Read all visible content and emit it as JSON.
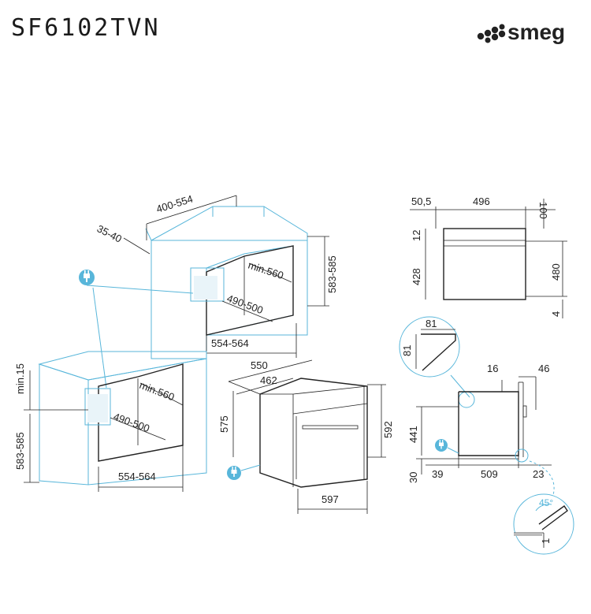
{
  "model": "SF6102TVN",
  "brand": "smeg",
  "colors": {
    "accent": "#58b6da",
    "line": "#222222"
  },
  "icons": [
    "plug-icon"
  ],
  "dims": {
    "upper_depth": "400-554",
    "upper_side": "35-40",
    "upper_height": "583-585",
    "upper_min_depth": "min.560",
    "upper_inner_height": "490-500",
    "upper_width": "554-564",
    "lower_min_top": "min.15",
    "lower_height": "583-585",
    "lower_min_depth": "min.560",
    "lower_inner_height": "490-500",
    "lower_width": "554-564",
    "oven_depth_550": "550",
    "oven_depth_462": "462",
    "oven_body_height": "575",
    "oven_height": "592",
    "oven_width": "597",
    "front_left": "50,5",
    "front_width": "496",
    "front_100": "100",
    "front_12": "12",
    "front_428": "428",
    "front_480": "480",
    "front_4": "4",
    "detail_81_h": "81",
    "detail_81_v": "81",
    "side_16": "16",
    "side_46": "46",
    "side_441": "441",
    "side_30": "30",
    "side_39": "39",
    "side_509": "509",
    "side_23": "23",
    "angle_45": "45°",
    "detail_1": "1"
  }
}
